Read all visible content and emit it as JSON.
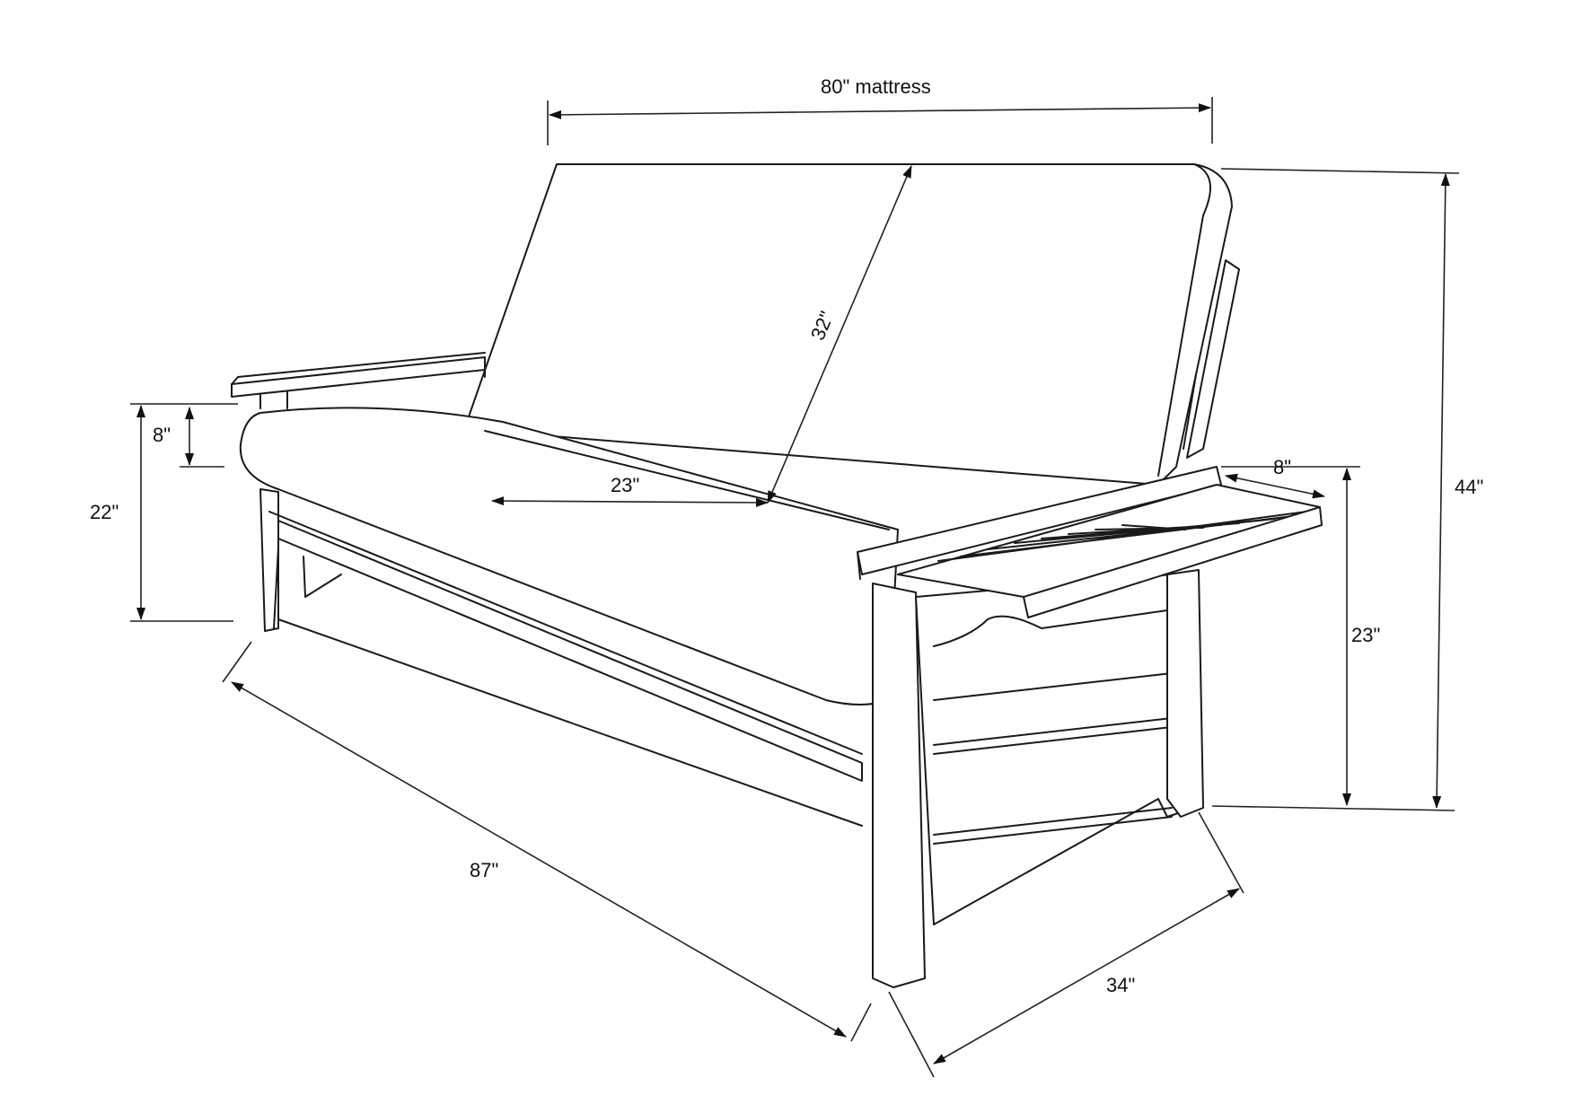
{
  "diagram": {
    "subject": "futon frame with mattress",
    "dimensions": {
      "mattress_width": "80\" mattress",
      "mattress_length_back": "32\"",
      "seat_depth": "23\"",
      "arm_height_above_seat": "8\"",
      "seat_height": "22\"",
      "arm_width": "8\"",
      "arm_height": "23\"",
      "overall_height": "44\"",
      "overall_width": "87\"",
      "overall_depth": "34\""
    }
  }
}
